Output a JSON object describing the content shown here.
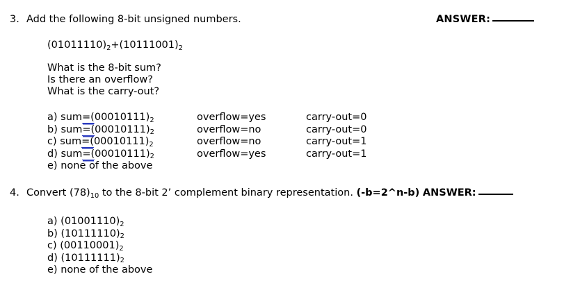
{
  "document": {
    "background_color": "#ffffff",
    "text_color": "#000000",
    "marker_color": "#2b3bbf"
  },
  "questions": [
    {
      "number": "3.",
      "text": "Add the following 8-bit unsigned numbers.",
      "answer_label": "ANSWER:",
      "answer_blank": "______",
      "expression": {
        "left_value": "(01011110)",
        "left_base": "2",
        "operator": "+",
        "right_value": "(10111001)",
        "right_base": "2"
      },
      "prompts": [
        "What is the 8-bit sum?",
        "Is there an overflow?",
        "What is the carry-out?"
      ],
      "options": [
        {
          "letter": "a)",
          "sum_prefix": "sum",
          "sum_marked": "=(",
          "sum_value": "00010111)",
          "sum_base": "2",
          "overflow": "overflow=yes",
          "carry_out": "carry-out=0"
        },
        {
          "letter": "b)",
          "sum_prefix": "sum",
          "sum_marked": "=(",
          "sum_value": "00010111)",
          "sum_base": "2",
          "overflow": "overflow=no",
          "carry_out": "carry-out=0"
        },
        {
          "letter": "c)",
          "sum_prefix": "sum",
          "sum_marked": "=(",
          "sum_value": "00010111)",
          "sum_base": "2",
          "overflow": "overflow=no",
          "carry_out": "carry-out=1"
        },
        {
          "letter": "d)",
          "sum_prefix": "sum",
          "sum_marked": "=(",
          "sum_value": "00010111)",
          "sum_base": "2",
          "overflow": "overflow=yes",
          "carry_out": "carry-out=1"
        }
      ],
      "last_option": {
        "letter": "e)",
        "text": "none of the above"
      }
    },
    {
      "number": "4.",
      "text_part1": "Convert (78)",
      "text_base1": "10",
      "text_part2": " to the 8-bit 2’ complement binary representation. ",
      "formula": "(-b=2^n-b)",
      "answer_label": "ANSWER:",
      "answer_blank": "_____",
      "options": [
        {
          "letter": "a)",
          "value": "(01001110)",
          "base": "2"
        },
        {
          "letter": "b)",
          "value": "(10111110)",
          "base": "2"
        },
        {
          "letter": "c)",
          "value": "(00110001)",
          "base": "2"
        },
        {
          "letter": "d)",
          "value": "(10111111)",
          "base": "2"
        }
      ],
      "last_option": {
        "letter": "e)",
        "text": "none of the above"
      }
    }
  ]
}
